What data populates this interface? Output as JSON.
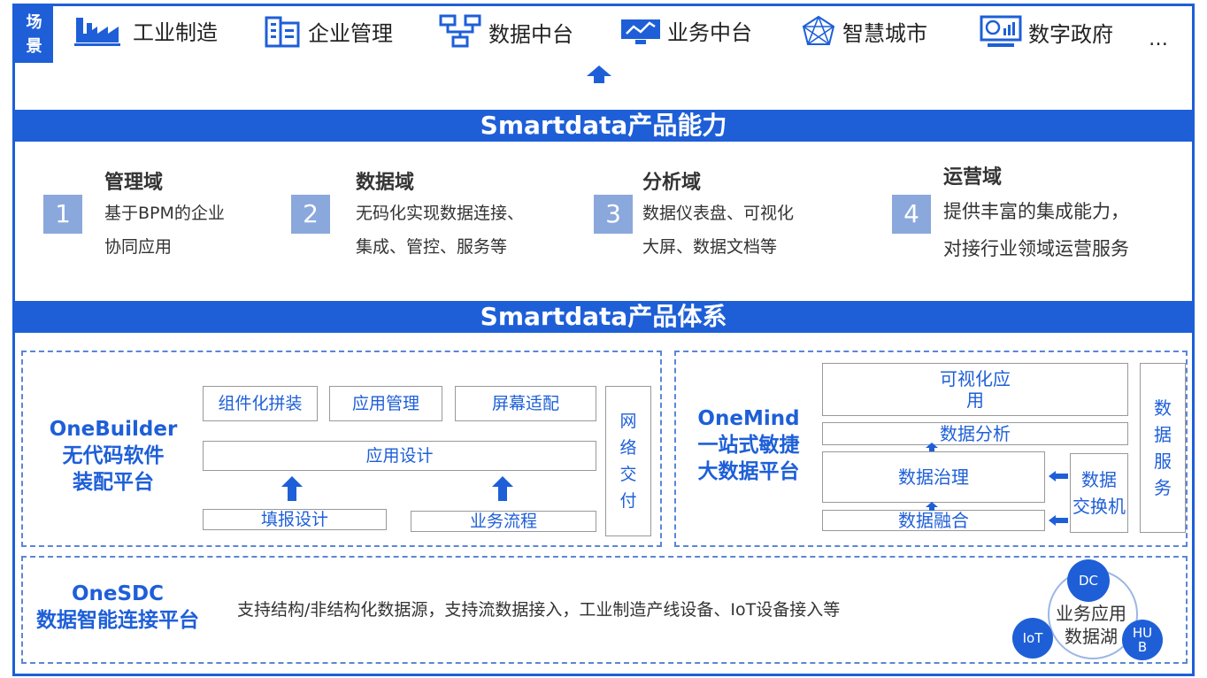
{
  "scene": {
    "label": "场\n景",
    "items": [
      {
        "label": "工业制造",
        "icon": "factory-icon"
      },
      {
        "label": "企业管理",
        "icon": "building-icon"
      },
      {
        "label": "数据中台",
        "icon": "network-icon"
      },
      {
        "label": "业务中台",
        "icon": "monitor-chart-icon"
      },
      {
        "label": "智慧城市",
        "icon": "web-mesh-icon"
      },
      {
        "label": "数字政府",
        "icon": "dashboard-screen-icon"
      }
    ],
    "more": "…"
  },
  "capability": {
    "title": "Smartdata产品能力",
    "items": [
      {
        "num": "1",
        "title": "管理域",
        "desc": "基于BPM的企业\n协同应用"
      },
      {
        "num": "2",
        "title": "数据域",
        "desc": "无码化实现数据连接、\n集成、管控、服务等"
      },
      {
        "num": "3",
        "title": "分析域",
        "desc": "数据仪表盘、可视化\n大屏、数据文档等"
      },
      {
        "num": "4",
        "title": "运营域",
        "desc": "提供丰富的集成能力，\n对接行业领域运营服务"
      }
    ]
  },
  "system": {
    "title": "Smartdata产品体系",
    "onebuilder": {
      "name": "OneBuilder\n无代码软件\n装配平台",
      "boxes": {
        "component": "组件化拼装",
        "appmgmt": "应用管理",
        "screen": "屏幕适配",
        "appdesign": "应用设计",
        "fillreport": "填报设计",
        "workflow": "业务流程",
        "delivery": "网\n络\n交\n付"
      }
    },
    "onemind": {
      "name": "OneMind\n一站式敏捷\n大数据平台",
      "boxes": {
        "visual": "可视化应\n用",
        "analysis": "数据分析",
        "governance": "数据治理",
        "fusion": "数据融合",
        "exchange": "数据\n交换机",
        "service": "数\n据\n服\n务"
      }
    },
    "onesdc": {
      "name": "OneSDC\n数据智能连接平台",
      "desc": "支持结构/非结构化数据源，支持流数据接入，工业制造产线设备、IoT设备接入等",
      "lake": "业务应用\n数据湖",
      "nodes": {
        "dc": "DC",
        "iot": "IoT",
        "hub": "HU\nB"
      }
    }
  },
  "colors": {
    "primary": "#1e5fd8",
    "number_block": "#8aa8dc"
  }
}
